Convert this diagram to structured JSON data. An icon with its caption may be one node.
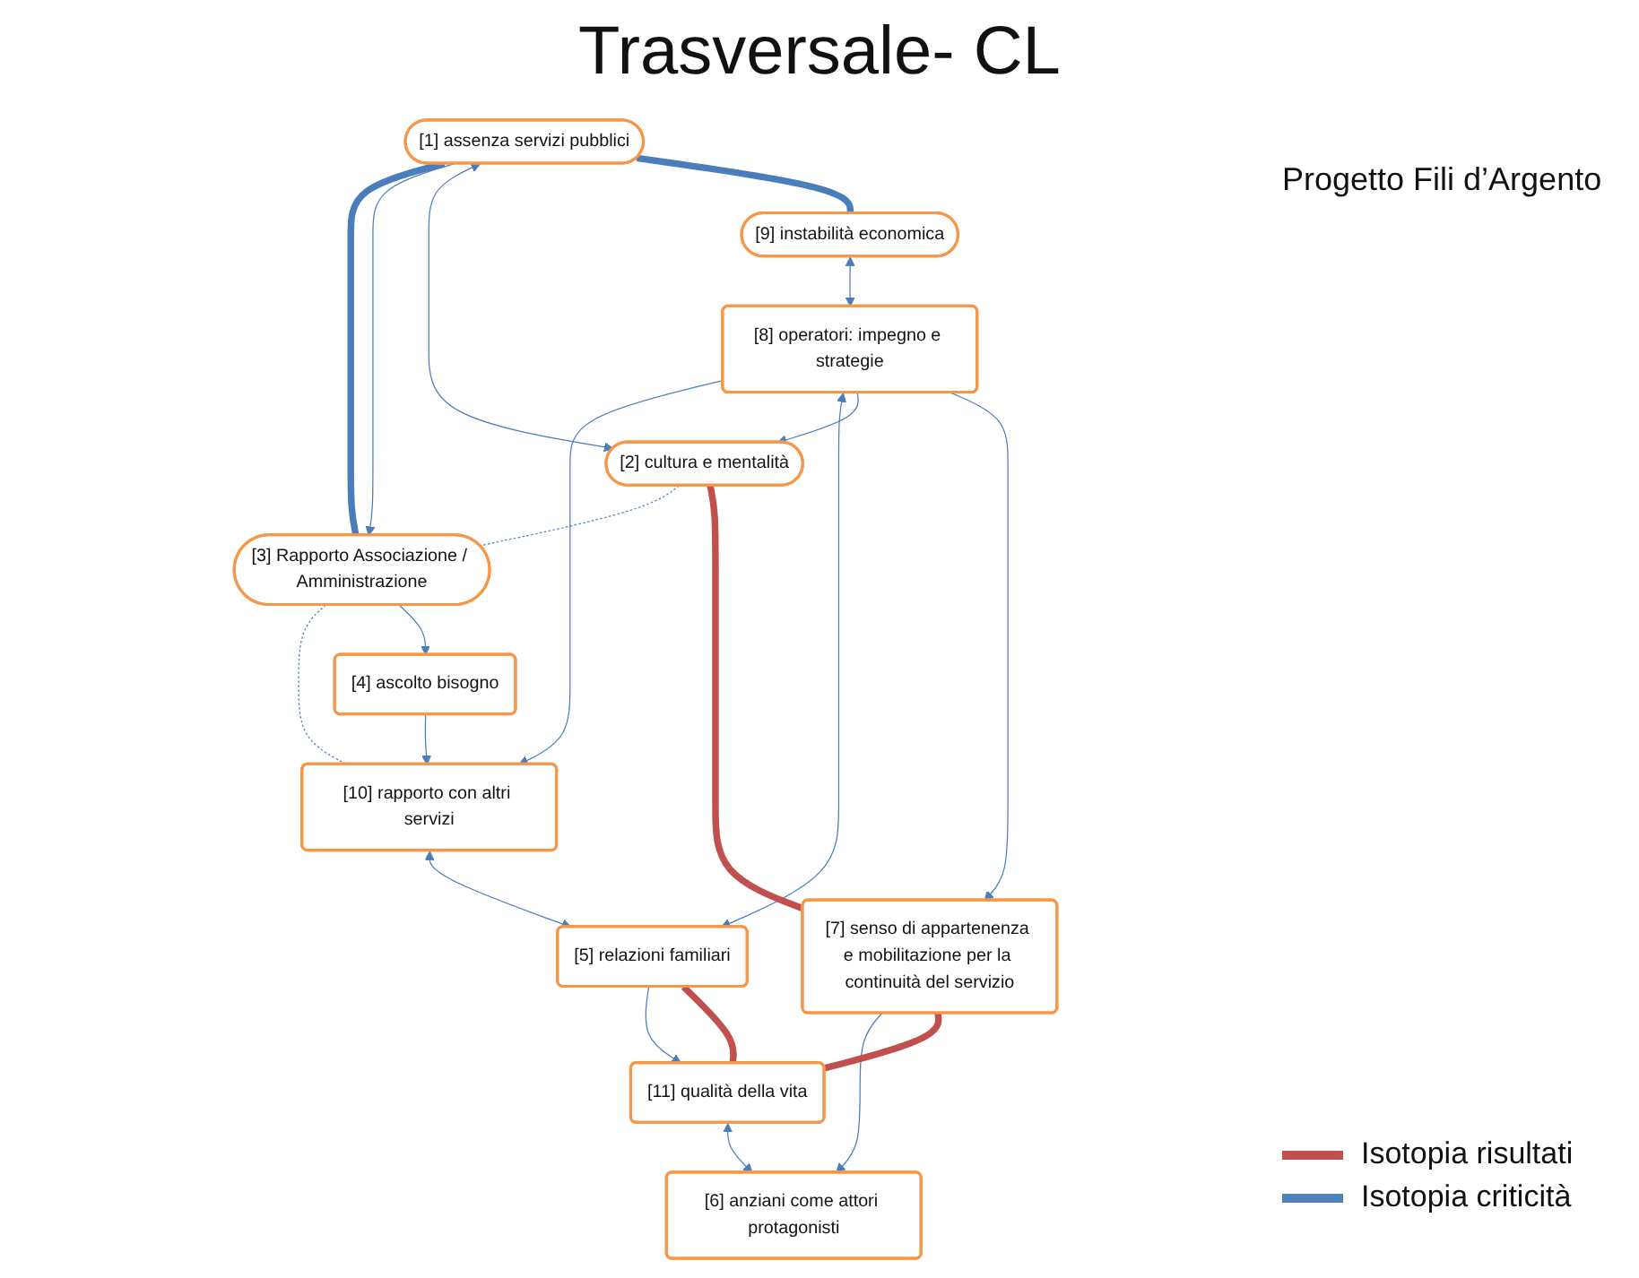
{
  "diagram": {
    "title": "Trasversale- CL",
    "nodes": [
      {
        "text": [
          "[1] assenza servizi pubblici"
        ]
      },
      {
        "text": [
          "[3] Rapporto Associazione / Amministrazione"
        ]
      },
      {
        "text": [
          "[10] rapporto con altri servizi"
        ]
      },
      {
        "text": [
          "[4] ascolto bisogno"
        ]
      },
      {
        "text": [
          "[2] cultura e mentalità"
        ]
      },
      {
        "text": [
          "[5] relazioni familiari"
        ]
      },
      {
        "text": [
          "[9] instabilità economica"
        ]
      },
      {
        "text": [
          "[8] operatori: impegno e strategie"
        ]
      },
      {
        "text": [
          "[11] qualità della vita"
        ]
      },
      {
        "text": [
          "[7] senso di appartenenza e mobilitazione per la continuità del servizio"
        ]
      },
      {
        "text": [
          "[6] anziani come attori protagonisti"
        ]
      }
    ],
    "edges": [
      {
        "from": 0,
        "to": 1,
        "arrow": "none",
        "style": "thick"
      },
      {
        "from": 0,
        "to": 1,
        "arrow": "to"
      },
      {
        "from": 1,
        "to": 2,
        "arrow": "none",
        "style": "dashed"
      },
      {
        "from": 0,
        "to": 4,
        "arrow": "both"
      },
      {
        "from": 1,
        "to": 4,
        "arrow": "none",
        "style": "dashed"
      },
      {
        "from": 1,
        "to": 3,
        "arrow": "to"
      },
      {
        "from": 3,
        "to": 2,
        "arrow": "to"
      },
      {
        "from": 7,
        "to": 2,
        "arrow": "to"
      },
      {
        "from": 2,
        "to": 5,
        "arrow": "both"
      },
      {
        "from": 7,
        "to": 5,
        "arrow": "both"
      },
      {
        "from": 5,
        "to": 8,
        "arrow": "to"
      },
      {
        "from": 7,
        "to": 4,
        "arrow": "to"
      },
      {
        "from": 6,
        "to": 7,
        "arrow": "both"
      },
      {
        "from": 7,
        "to": 9,
        "arrow": "to"
      },
      {
        "from": 9,
        "to": 10,
        "arrow": "to"
      },
      {
        "from": 8,
        "to": 10,
        "arrow": "both"
      },
      {
        "from": 0,
        "to": 6,
        "arrow": "none",
        "style": "thick"
      },
      {
        "from": 4,
        "to": 9,
        "arrow": "none",
        "style": "thick",
        "color": "#c0504d"
      },
      {
        "from": 9,
        "to": 8,
        "arrow": "none",
        "style": "thick",
        "color": "#c0504d"
      },
      {
        "from": 8,
        "to": 5,
        "arrow": "none",
        "style": "thick",
        "color": "#c0504d"
      }
    ],
    "labels": [
      "Progetto Fili d’Argento"
    ],
    "legend": [
      {
        "text": "Isotopia risultati",
        "color": "#c0504d"
      },
      {
        "text": "Isotopia criticità",
        "color": "#4f81bd"
      }
    ]
  }
}
